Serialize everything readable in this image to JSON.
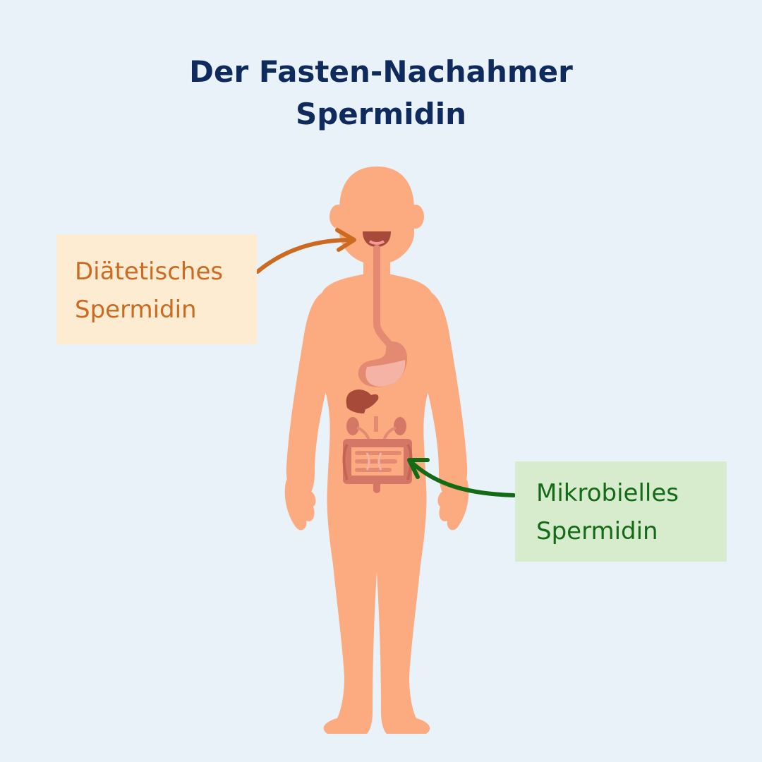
{
  "title": {
    "line1": "Der Fasten-Nachahmer",
    "line2": "Spermidin"
  },
  "labels": {
    "dietary": {
      "line1": "Diätetisches",
      "line2": "Spermidin",
      "color": "#cc6a22",
      "background": "#fdecd2"
    },
    "microbial": {
      "line1": "Mikrobielles",
      "line2": "Spermidin",
      "color": "#136b16",
      "background": "#d6eccd"
    }
  },
  "colors": {
    "background": "#e9f1f9",
    "title": "#0f2a5c",
    "skin": "#fcaa7f",
    "organ": "#e48a72",
    "organ_dark": "#b8533c"
  }
}
